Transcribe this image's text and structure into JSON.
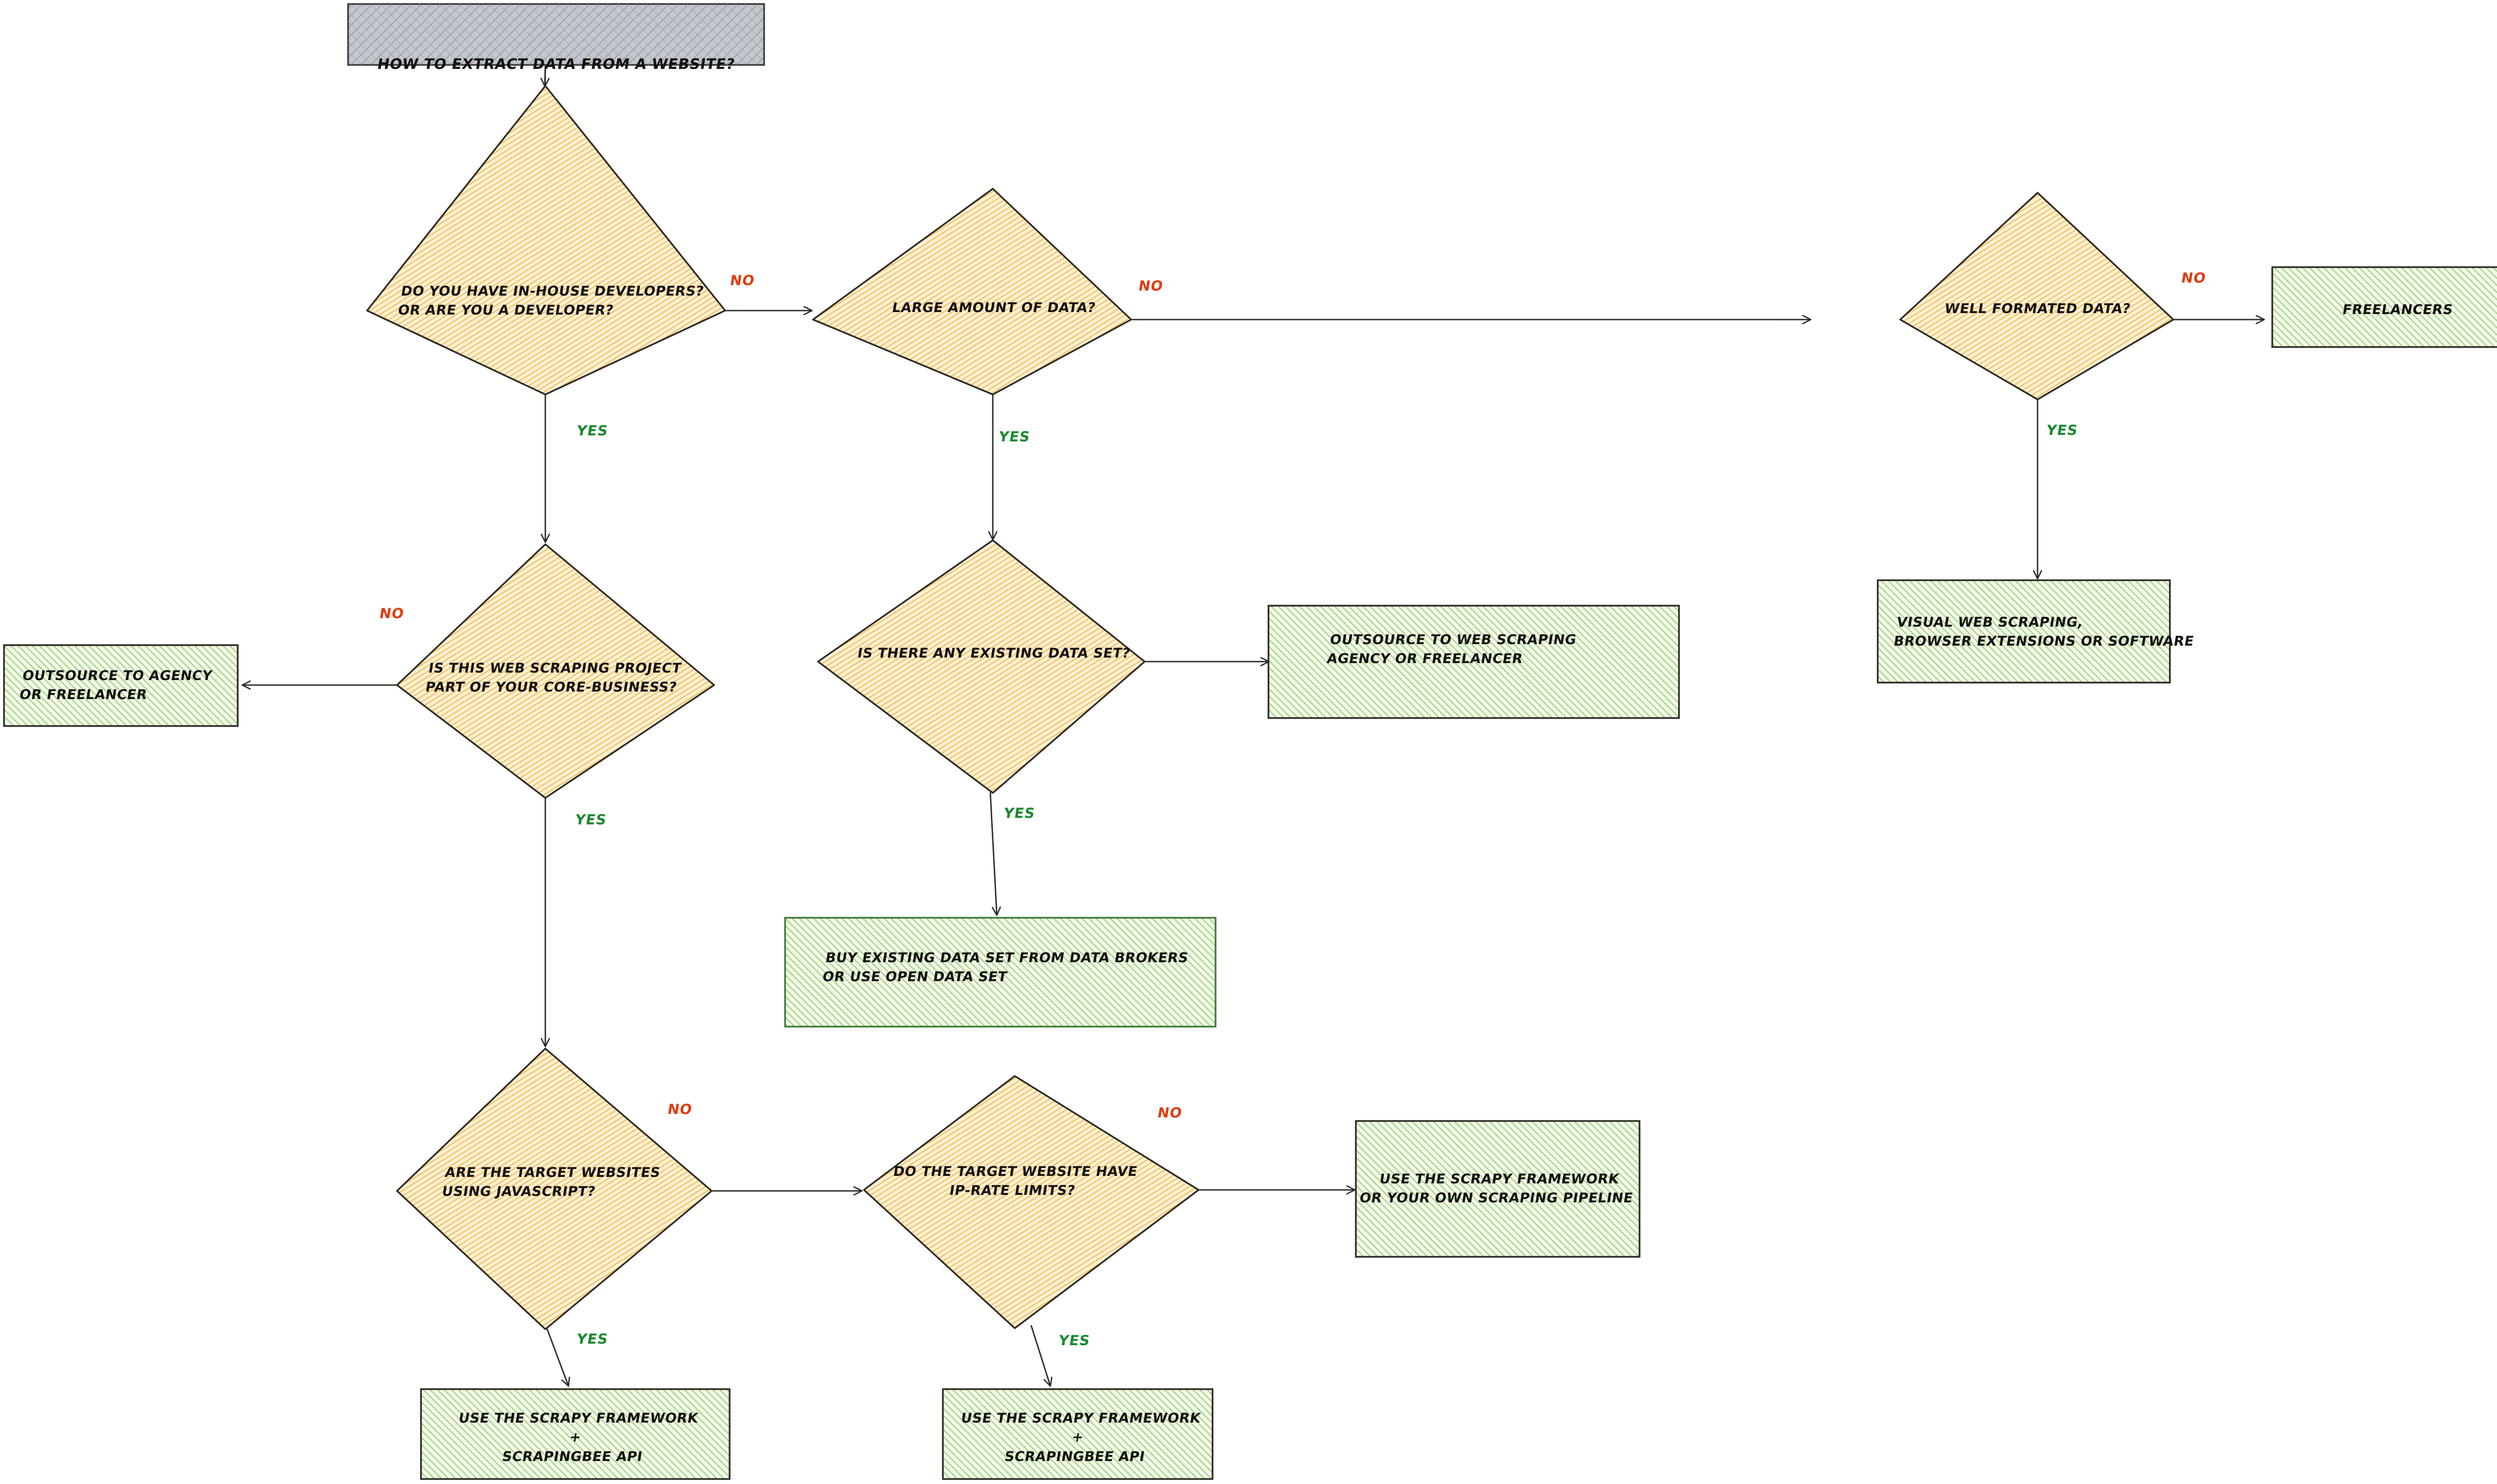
{
  "diagram": {
    "title": "How to extract data from a website?",
    "style": "hand-drawn flowchart",
    "colors": {
      "start_fill": "#b9bec4",
      "start_stroke": "#3a3a3a",
      "decision_fill": "#fbe2ad",
      "decision_stroke": "#2d2a26",
      "result_fill": "#cce8b5",
      "result_stroke": "#2d2a26",
      "yes_label": "#1a8a2e",
      "no_label": "#e03c10",
      "edge": "#2b2b2b",
      "background": "#ffffff"
    }
  },
  "labels": {
    "yes": "YES",
    "no": "NO"
  },
  "nodes": {
    "start": {
      "text": "How to extract data from a website?",
      "type": "start"
    },
    "d_devs": {
      "text": "Do you have in-house developers?\nor Are you a developer?",
      "type": "decision"
    },
    "d_large": {
      "text": "Large Amount of Data?",
      "type": "decision"
    },
    "d_formated": {
      "text": "Well Formated Data?",
      "type": "decision"
    },
    "r_freelancers": {
      "text": "Freelancers",
      "type": "result"
    },
    "r_visual": {
      "text": "Visual web scraping,\nBrowser extensions or software",
      "type": "result"
    },
    "d_core": {
      "text": "Is this web scraping project\npart of your core-business?",
      "type": "decision"
    },
    "r_outsource_agency": {
      "text": "Outsource to Agency\nor Freelancer",
      "type": "result"
    },
    "d_dataset": {
      "text": "Is there any existing data set?",
      "type": "decision"
    },
    "r_outsource_ws": {
      "text": "Outsource to web scraping\nAgency or Freelancer",
      "type": "result"
    },
    "r_buy": {
      "text": "Buy existing data set from Data Brokers\nor use open data set",
      "type": "result"
    },
    "d_js": {
      "text": "Are the target websites\nusing Javascript?",
      "type": "decision"
    },
    "d_iprate": {
      "text": "Do the target website have\nip-rate limits?",
      "type": "decision"
    },
    "r_scrapy_own": {
      "text": "Use the scrapy framework\nor your own scraping pipeline",
      "type": "result"
    },
    "r_scrapy_bee_left": {
      "text": "Use the scrapy framework\n+\nScrapingBee Api",
      "type": "result"
    },
    "r_scrapy_bee_mid": {
      "text": "Use the scrapy framework\n+\nScrapingBee Api",
      "type": "result"
    }
  },
  "edges": [
    {
      "from": "start",
      "to": "d_devs",
      "label": ""
    },
    {
      "from": "d_devs",
      "to": "d_large",
      "label": "NO"
    },
    {
      "from": "d_devs",
      "to": "d_core",
      "label": "YES"
    },
    {
      "from": "d_large",
      "to": "d_formated",
      "label": "NO"
    },
    {
      "from": "d_large",
      "to": "d_dataset",
      "label": "YES"
    },
    {
      "from": "d_formated",
      "to": "r_freelancers",
      "label": "NO"
    },
    {
      "from": "d_formated",
      "to": "r_visual",
      "label": "YES"
    },
    {
      "from": "d_core",
      "to": "r_outsource_agency",
      "label": "NO"
    },
    {
      "from": "d_core",
      "to": "d_js",
      "label": "YES"
    },
    {
      "from": "d_dataset",
      "to": "r_outsource_ws",
      "label": ""
    },
    {
      "from": "d_dataset",
      "to": "r_buy",
      "label": "YES"
    },
    {
      "from": "d_js",
      "to": "d_iprate",
      "label": "NO"
    },
    {
      "from": "d_js",
      "to": "r_scrapy_bee_left",
      "label": "YES"
    },
    {
      "from": "d_iprate",
      "to": "r_scrapy_own",
      "label": "NO"
    },
    {
      "from": "d_iprate",
      "to": "r_scrapy_bee_mid",
      "label": "YES"
    }
  ]
}
